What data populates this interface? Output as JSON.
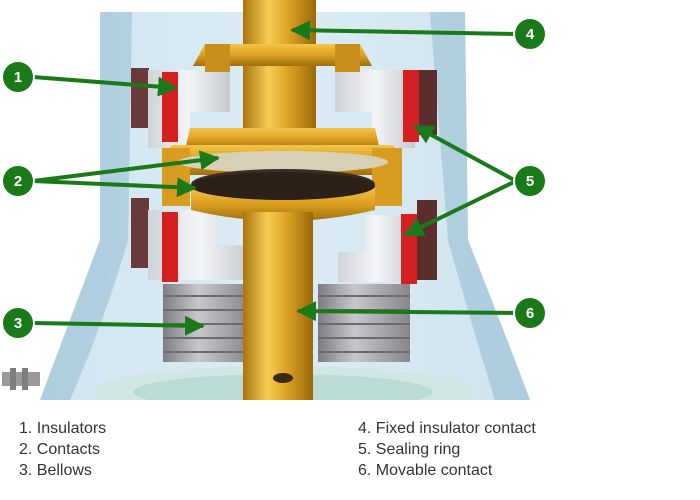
{
  "diagram": {
    "colors": {
      "callout": "#1a7a1a",
      "brass": "#e0a626",
      "brass_dark": "#a8740e",
      "insulator_red": "#d42020",
      "glass": "#bcd9e8",
      "bellows": "#a3a3a8"
    },
    "callouts": [
      {
        "id": "1",
        "label": "1"
      },
      {
        "id": "2",
        "label": "2"
      },
      {
        "id": "3",
        "label": "3"
      },
      {
        "id": "4",
        "label": "4"
      },
      {
        "id": "5",
        "label": "5"
      },
      {
        "id": "6",
        "label": "6"
      }
    ]
  },
  "legend": {
    "left": [
      {
        "number": "1.",
        "text": "Insulators"
      },
      {
        "number": "2.",
        "text": "Contacts"
      },
      {
        "number": "3.",
        "text": "Bellows"
      }
    ],
    "right": [
      {
        "number": "4.",
        "text": "Fixed insulator contact"
      },
      {
        "number": "5.",
        "text": "Sealing ring"
      },
      {
        "number": "6.",
        "text": "Movable contact"
      }
    ]
  }
}
